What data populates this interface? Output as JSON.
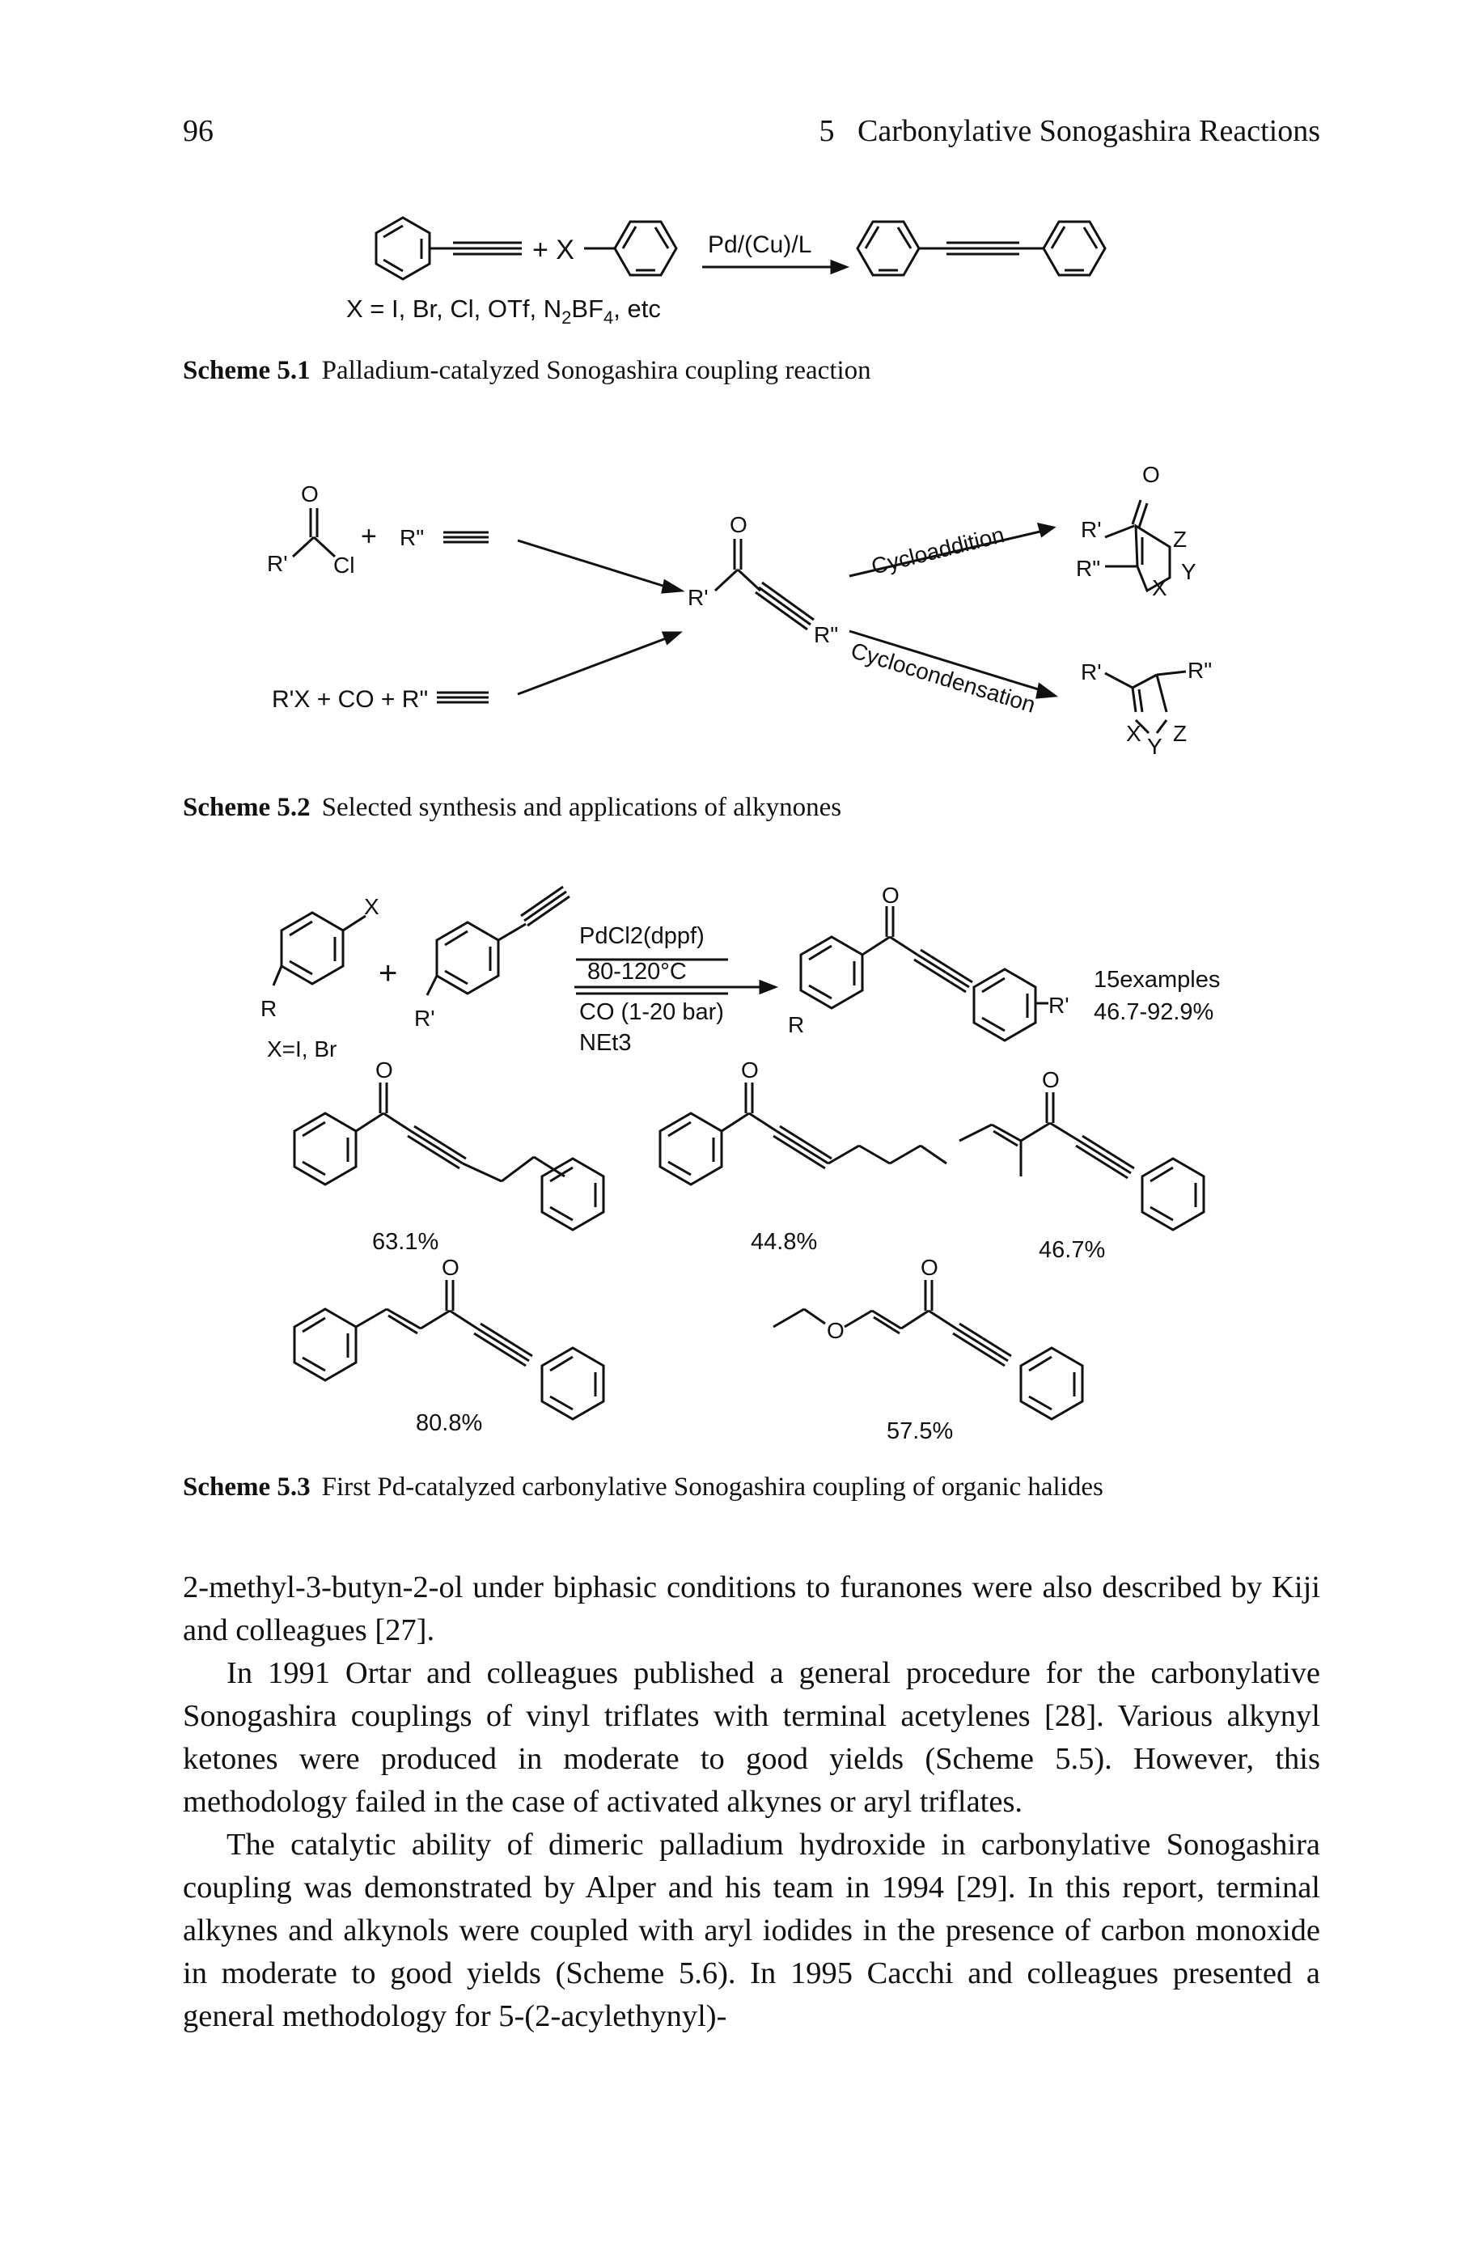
{
  "header": {
    "page_number": "96",
    "running_title": "5   Carbonylative Sonogashira Reactions"
  },
  "scheme_5_1": {
    "plus": "+ X",
    "conditions": "Pd/(Cu)/L",
    "x_def": "X = I, Br, Cl, OTf, N",
    "x_def_sub1": "2",
    "x_def_mid": "BF",
    "x_def_sub2": "4",
    "x_def_end": ", etc",
    "caption_label": "Scheme 5.1",
    "caption_text": "Palladium-catalyzed Sonogashira coupling reaction"
  },
  "scheme_5_2": {
    "o": "O",
    "r1": "R'",
    "cl": "Cl",
    "plus": "+",
    "r2": "R\"",
    "rx_line": "R'X + CO + R\"",
    "cycloaddition": "Cycloaddition",
    "cyclocondensation": "Cyclocondensation",
    "x": "X",
    "y": "Y",
    "z": "Z",
    "r3": "R\"",
    "caption_label": "Scheme 5.2",
    "caption_text": "Selected synthesis and applications of alkynones"
  },
  "scheme_5_3": {
    "x": "X",
    "r": "R",
    "r_prime": "R'",
    "plus": "+",
    "x_def": "X=I, Br",
    "cond1": "PdCl2(dppf)",
    "cond2": "80-120°C",
    "cond3": "CO (1-20 bar)",
    "cond4": "NEt3",
    "o": "O",
    "examples": "15examples",
    "yield_range": "46.7-92.9%",
    "yields": [
      "63.1%",
      "44.8%",
      "46.7%",
      "80.8%",
      "57.5%"
    ],
    "ether_o": "O",
    "caption_label": "Scheme 5.3",
    "caption_text": "First Pd-catalyzed carbonylative Sonogashira coupling of organic halides"
  },
  "body": {
    "p1": "2-methyl-3-butyn-2-ol under biphasic conditions to furanones were also described by Kiji and colleagues [27].",
    "p2": "In 1991 Ortar and colleagues published a general procedure for the carbonylative Sonogashira couplings of vinyl triflates with terminal acetylenes [28]. Various alkynyl ketones were produced in moderate to good yields (Scheme 5.5). However, this methodology failed in the case of activated alkynes or aryl triflates.",
    "p3": "The catalytic ability of dimeric palladium hydroxide in carbonylative Sonogashira coupling was demonstrated by Alper and his team in 1994 [29]. In this report, terminal alkynes and alkynols were coupled with aryl iodides in the presence of carbon monoxide in moderate to good yields (Scheme 5.6). In 1995 Cacchi and colleagues presented a general methodology for 5-(2-acylethynyl)-"
  }
}
